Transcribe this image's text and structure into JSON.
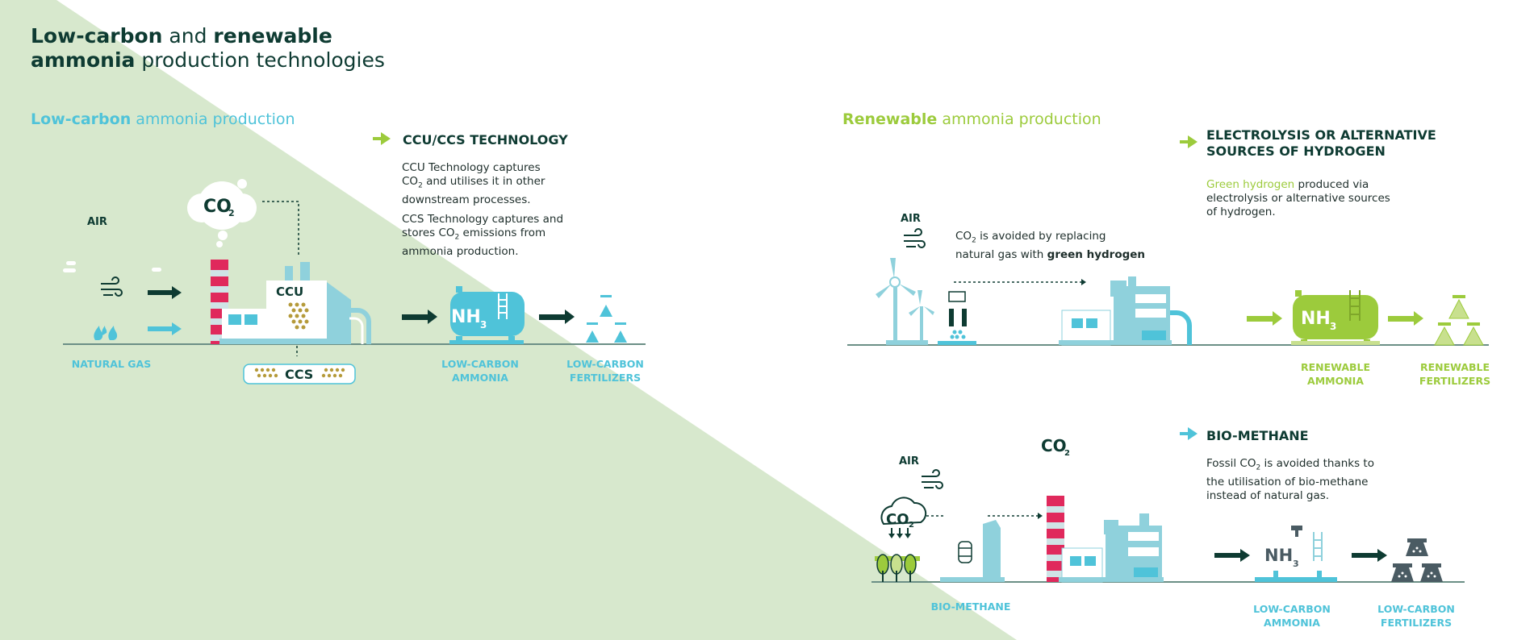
{
  "title": {
    "part1_bold": "Low-carbon",
    "part2": " and ",
    "part3_bold": "renewable",
    "part4_bold": "ammonia",
    "part5": " production technologies"
  },
  "low_carbon": {
    "heading_bold": "Low-carbon",
    "heading_rest": " ammonia production",
    "air": "AIR",
    "natural_gas": "NATURAL GAS",
    "co2": "CO",
    "co2_sub": "2",
    "ccu": "CCU",
    "ccs": "CCS",
    "nh": "NH",
    "nh_sub": "3",
    "ammonia_label_1": "LOW-CARBON",
    "ammonia_label_2": "AMMONIA",
    "fert_label_1": "LOW-CARBON",
    "fert_label_2": "FERTILIZERS",
    "tech_header": "CCU/CCS TECHNOLOGY",
    "ccu_text_1": "CCU Technology captures",
    "ccu_text_2a": "CO",
    "ccu_text_2b": " and utilises it in other",
    "ccu_text_3": "downstream processes.",
    "ccs_text_1": "CCS Technology captures and",
    "ccs_text_2a": "stores CO",
    "ccs_text_2b": " emissions from",
    "ccs_text_3": "ammonia production."
  },
  "renewable": {
    "heading_bold": "Renewable",
    "heading_rest": " ammonia production",
    "air": "AIR",
    "note_1a": "CO",
    "note_1b": " is avoided by replacing",
    "note_2a": "natural gas with ",
    "note_2b": "green hydrogen",
    "tech_header_1": "ELECTROLYSIS OR ALTERNATIVE",
    "tech_header_2": "SOURCES OF HYDROGEN",
    "text_1a": "Green hydrogen",
    "text_1b": " produced via",
    "text_2": "electrolysis or alternative sources",
    "text_3": "of hydrogen.",
    "nh": "NH",
    "nh_sub": "3",
    "ammonia_label_1": "RENEWABLE",
    "ammonia_label_2": "AMMONIA",
    "fert_label_1": "RENEWABLE",
    "fert_label_2": "FERTILIZERS"
  },
  "bio": {
    "air": "AIR",
    "co2": "CO",
    "co2_sub": "2",
    "tech_header": "BIO-METHANE",
    "text_1a": "Fossil CO",
    "text_1b": " is avoided thanks to",
    "text_2": "the utilisation of bio-methane",
    "text_3": "instead of natural gas.",
    "bio_label": "BIO-METHANE",
    "nh": "NH",
    "nh_sub": "3",
    "ammonia_label_1": "LOW-CARBON",
    "ammonia_label_2": "AMMONIA",
    "fert_label_1": "LOW-CARBON",
    "fert_label_2": "FERTILIZERS"
  },
  "colors": {
    "dark_green": "#0e3b32",
    "teal": "#4fc3d9",
    "lime": "#9ccb3c",
    "background_green": "#d7e8cd",
    "gold": "#b59a3a",
    "red": "#e0295c"
  }
}
